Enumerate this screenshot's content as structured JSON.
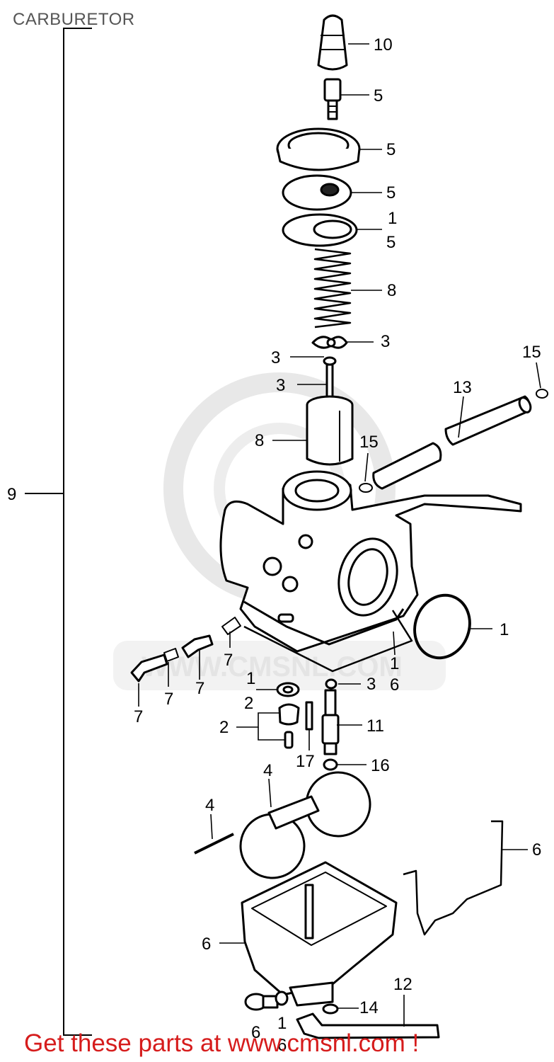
{
  "title": "CARBURETOR",
  "watermark": "WWW.CMSNL.COM",
  "banner": "Get these parts at www.cmsnl.com !",
  "callouts": {
    "a_10": "10",
    "a_5a": "5",
    "a_5b": "5",
    "a_5c": "5",
    "a_1a": "1",
    "a_5d": "5",
    "a_8a": "8",
    "a_3a": "3",
    "a_3b": "3",
    "a_3c": "3",
    "a_15a": "15",
    "a_13": "13",
    "a_8b": "8",
    "a_15b": "15",
    "a_9": "9",
    "a_1b": "1",
    "a_1c": "1",
    "a_6a": "6",
    "a_7a": "7",
    "a_7b": "7",
    "a_7c": "7",
    "a_7d": "7",
    "a_1d": "1",
    "a_3d": "3",
    "a_2a": "2",
    "a_2b": "2",
    "a_11": "11",
    "a_17": "17",
    "a_16": "16",
    "a_4a": "4",
    "a_4b": "4",
    "a_6b": "6",
    "a_6c": "6",
    "a_12": "12",
    "a_14": "14",
    "a_6d": "6",
    "a_1e": "1",
    "a_6e": "6"
  }
}
